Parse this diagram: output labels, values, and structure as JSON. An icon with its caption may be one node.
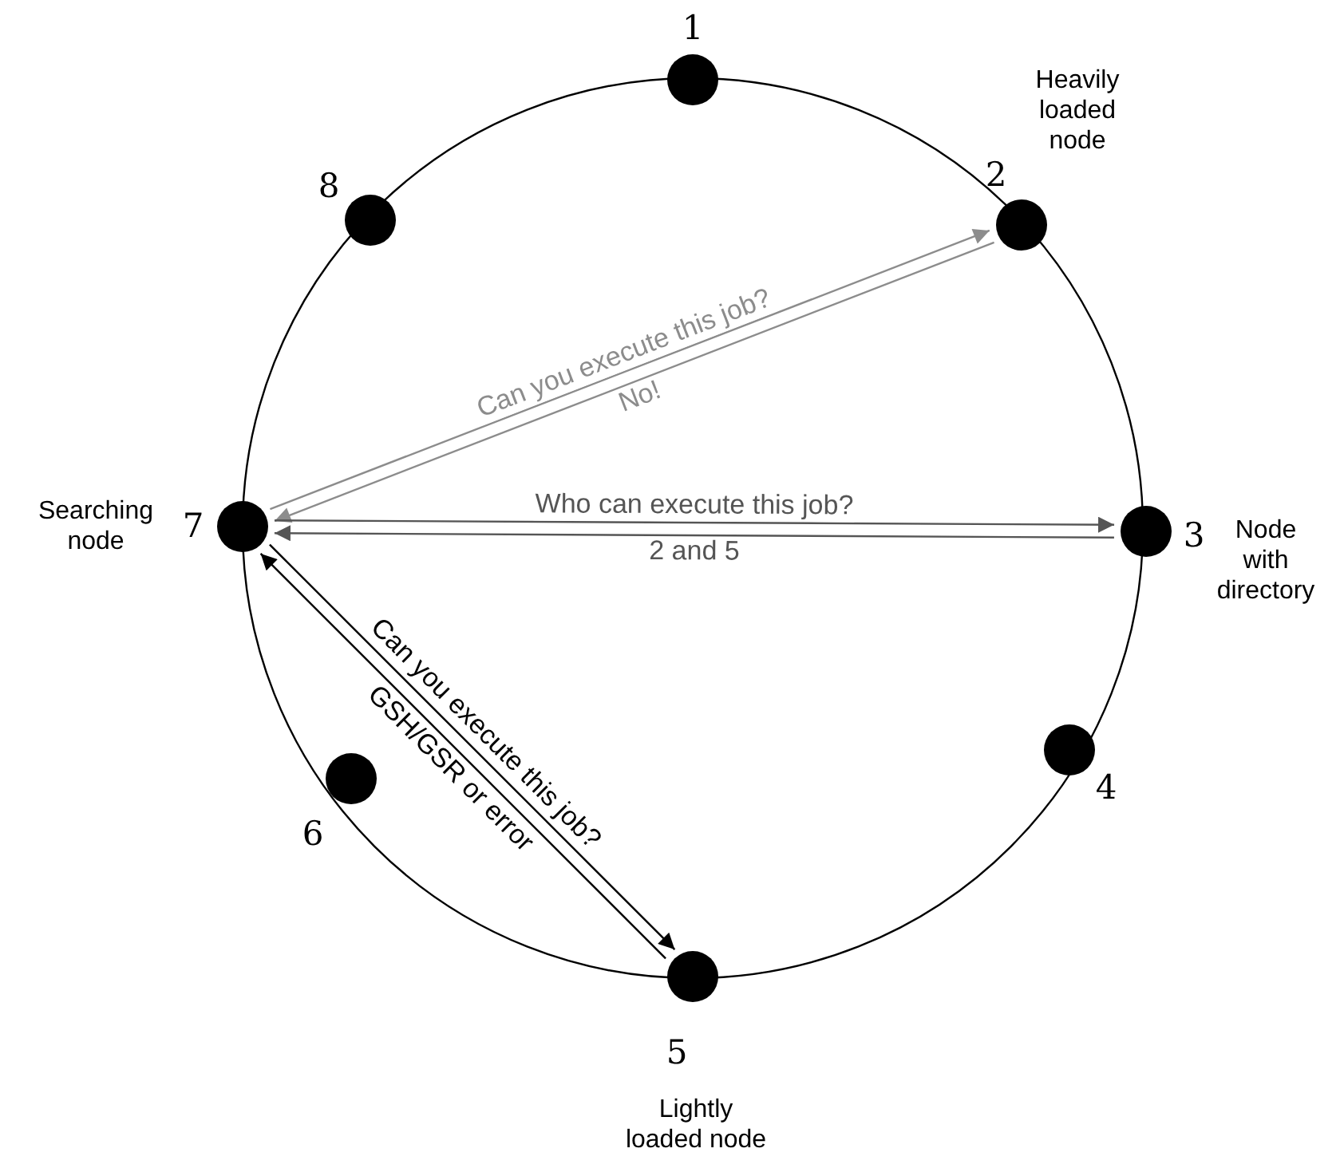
{
  "diagram": {
    "nodes": [
      {
        "text": [
          "1"
        ]
      },
      {
        "text": [
          "2"
        ],
        "beside": [
          "Heavily loaded node"
        ]
      },
      {
        "text": [
          "3"
        ],
        "beside": [
          "Node with directory"
        ]
      },
      {
        "text": [
          "4"
        ]
      },
      {
        "text": [
          "5"
        ],
        "beside": [
          "Lightly loaded node"
        ]
      },
      {
        "text": [
          "6"
        ]
      },
      {
        "text": [
          "7"
        ],
        "beside": [
          "Searching node"
        ]
      },
      {
        "text": [
          "8"
        ]
      }
    ],
    "edges": [
      {
        "from": 6,
        "to": 1,
        "arrow": "to",
        "label": "Can you execute this job?",
        "color": "#8c8c8c"
      },
      {
        "from": 1,
        "to": 6,
        "arrow": "to",
        "label": "No!",
        "color": "#8c8c8c"
      },
      {
        "from": 6,
        "to": 2,
        "arrow": "to",
        "label": "Who can execute this job?",
        "color": "#555555"
      },
      {
        "from": 2,
        "to": 6,
        "arrow": "to",
        "label": "2 and 5",
        "color": "#555555"
      },
      {
        "from": 6,
        "to": 4,
        "arrow": "to",
        "label": "Can you execute this job?",
        "color": "#000000"
      },
      {
        "from": 4,
        "to": 6,
        "arrow": "to",
        "label": "GSH/GSR or error",
        "color": "#000000"
      }
    ]
  }
}
